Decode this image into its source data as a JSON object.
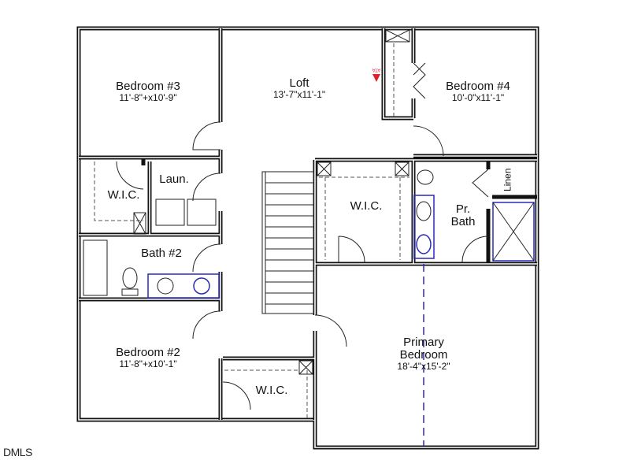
{
  "rooms": {
    "bedroom3": {
      "name": "Bedroom #3",
      "dim": "11'-8\"+x10'-9\""
    },
    "loft": {
      "name": "Loft",
      "dim": "13'-7\"x11'-1\""
    },
    "bedroom4": {
      "name": "Bedroom #4",
      "dim": "10'-0\"x11'-1\""
    },
    "wic1": {
      "name": "W.I.C."
    },
    "laundry": {
      "name": "Laun."
    },
    "wic_primary": {
      "name": "W.I.C."
    },
    "pr_bath": {
      "name": "Pr. Bath"
    },
    "linen": {
      "name": "Linen"
    },
    "bath2": {
      "name": "Bath #2"
    },
    "bedroom2": {
      "name": "Bedroom #2",
      "dim": "11'-8\"+x10'-1\""
    },
    "wic2": {
      "name": "W.I.C."
    },
    "primary": {
      "name": "Primary Bedroom",
      "dim": "18'-4\"x15'-2\""
    }
  },
  "attic_marker": "ATA",
  "watermark": "DMLS",
  "colors": {
    "wall": "#111111",
    "fixture": "#2a2ab8",
    "marker": "#e0202a"
  }
}
